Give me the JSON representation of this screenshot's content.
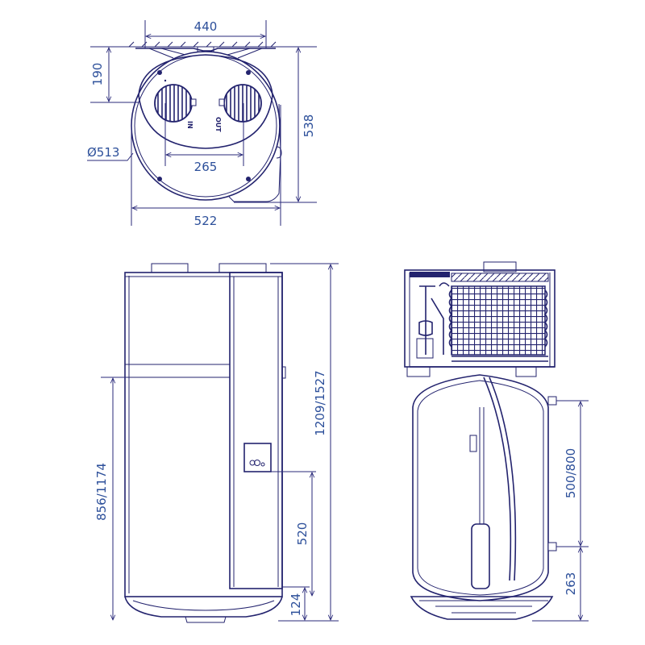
{
  "title": "Heat pump water heater dimensional drawing",
  "top_view": {
    "dim_width_mount": "440",
    "dim_depth_wall": "190",
    "dim_depth_total": "538",
    "dim_diameter": "Ø513",
    "dim_duct_spacing": "265",
    "dim_width_total": "522",
    "label_in": "IN",
    "label_out": "OUT"
  },
  "front_view": {
    "dim_total_height": "1209/1527",
    "dim_tank_height": "856/1174",
    "dim_panel_height": "520",
    "dim_base_height": "124"
  },
  "side_view": {
    "dim_connection_spacing": "500/800",
    "dim_bottom_connection": "263"
  },
  "colors": {
    "line": "#23236e",
    "dimension_text": "#2c4f9a"
  }
}
